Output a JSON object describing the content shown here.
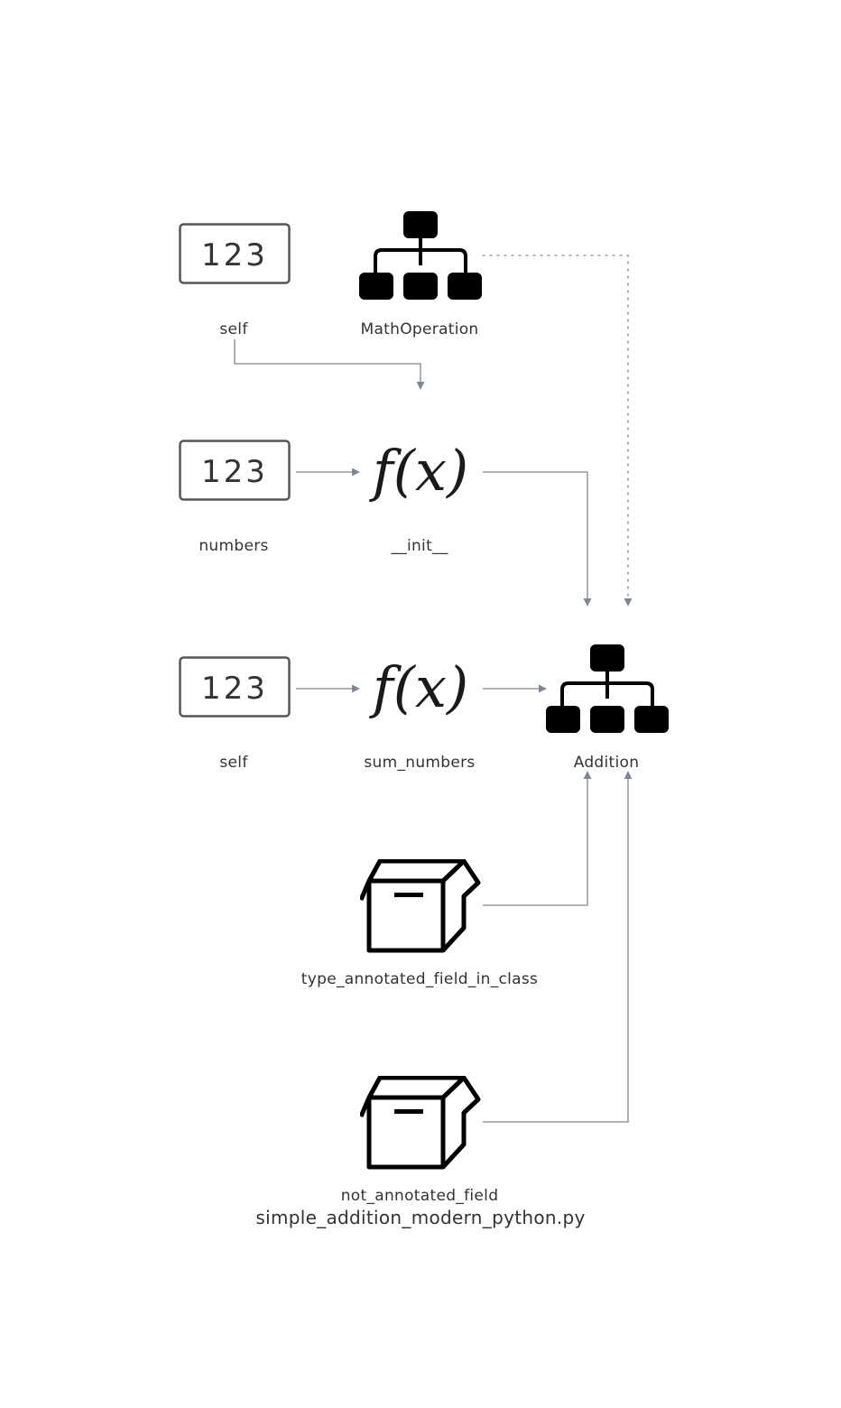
{
  "diagram": {
    "caption": "simple_addition_modern_python.py",
    "nodes": {
      "self_top": {
        "label": "self",
        "kind": "variable",
        "icon": "number-box-icon"
      },
      "math_operation": {
        "label": "MathOperation",
        "kind": "class",
        "icon": "hierarchy-icon"
      },
      "numbers": {
        "label": "numbers",
        "kind": "variable",
        "icon": "number-box-icon"
      },
      "init": {
        "label": "__init__",
        "kind": "function",
        "icon": "function-icon"
      },
      "self_mid": {
        "label": "self",
        "kind": "variable",
        "icon": "number-box-icon"
      },
      "sum_numbers": {
        "label": "sum_numbers",
        "kind": "function",
        "icon": "function-icon"
      },
      "addition": {
        "label": "Addition",
        "kind": "class",
        "icon": "hierarchy-icon"
      },
      "type_annotated_field": {
        "label": "type_annotated_field_in_class",
        "kind": "field",
        "icon": "box-icon"
      },
      "not_annotated_field": {
        "label": "not_annotated_field",
        "kind": "field",
        "icon": "box-icon"
      }
    },
    "icon_text": {
      "number_box": "123",
      "function": "f(x)"
    },
    "edges": [
      {
        "from": "self_top",
        "to": "init",
        "style": "solid"
      },
      {
        "from": "numbers",
        "to": "init",
        "style": "solid"
      },
      {
        "from": "init",
        "to": "addition",
        "style": "solid"
      },
      {
        "from": "math_operation",
        "to": "addition",
        "style": "dotted"
      },
      {
        "from": "self_mid",
        "to": "sum_numbers",
        "style": "solid"
      },
      {
        "from": "sum_numbers",
        "to": "addition",
        "style": "solid"
      },
      {
        "from": "type_annotated_field",
        "to": "addition",
        "style": "solid"
      },
      {
        "from": "not_annotated_field",
        "to": "addition",
        "style": "solid"
      }
    ],
    "colors": {
      "edge": "#7b8794",
      "icon": "#000000",
      "text": "#333333"
    }
  }
}
